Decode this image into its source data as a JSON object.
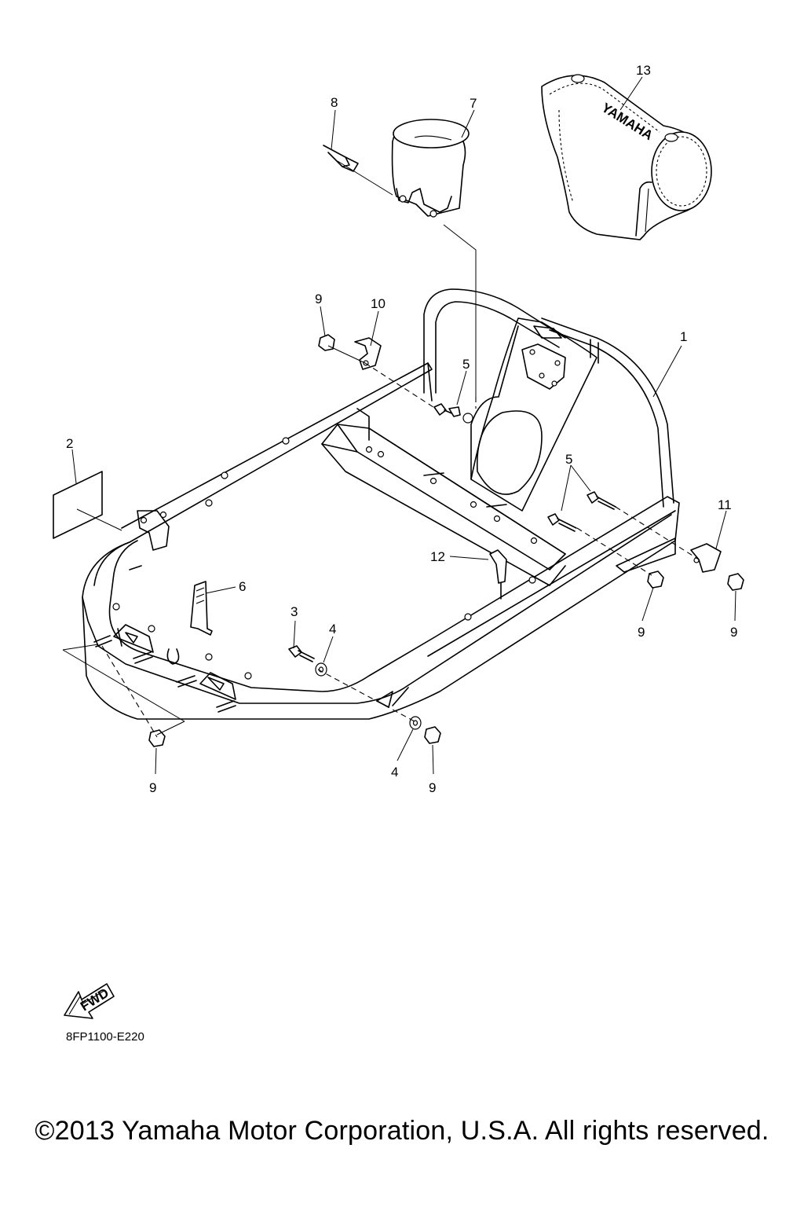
{
  "diagram": {
    "callouts": [
      {
        "id": "c1",
        "text": "1"
      },
      {
        "id": "c2",
        "text": "2"
      },
      {
        "id": "c3",
        "text": "3"
      },
      {
        "id": "c4a",
        "text": "4"
      },
      {
        "id": "c4b",
        "text": "4"
      },
      {
        "id": "c5a",
        "text": "5"
      },
      {
        "id": "c5b",
        "text": "5"
      },
      {
        "id": "c6",
        "text": "6"
      },
      {
        "id": "c7",
        "text": "7"
      },
      {
        "id": "c8",
        "text": "8"
      },
      {
        "id": "c9a",
        "text": "9"
      },
      {
        "id": "c9b",
        "text": "9"
      },
      {
        "id": "c9c",
        "text": "9"
      },
      {
        "id": "c9d",
        "text": "9"
      },
      {
        "id": "c9e",
        "text": "9"
      },
      {
        "id": "c10",
        "text": "10"
      },
      {
        "id": "c11",
        "text": "11"
      },
      {
        "id": "c12",
        "text": "12"
      },
      {
        "id": "c13",
        "text": "13"
      }
    ],
    "fwd_label": "FWD",
    "pad_logo": "YAMAHA"
  },
  "ref_code": "8FP1100-E220",
  "copyright": "©2013 Yamaha Motor Corporation, U.S.A. All rights reserved."
}
